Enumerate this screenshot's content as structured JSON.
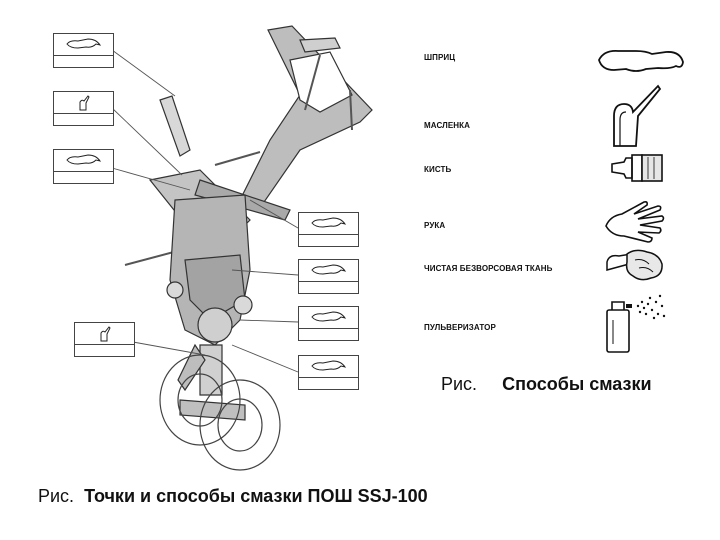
{
  "legend": {
    "items": [
      {
        "label": "ШПРИЦ",
        "icon": "syringe-icon"
      },
      {
        "label": "МАСЛЕНКА",
        "icon": "oil-can-icon"
      },
      {
        "label": "КИСТЬ",
        "icon": "brush-icon"
      },
      {
        "label": "РУКА",
        "icon": "hand-icon"
      },
      {
        "label": "ЧИСТАЯ БЕЗВОРСОВАЯ ТКАНЬ",
        "icon": "lint-free-cloth-icon"
      },
      {
        "label": "ПУЛЬВЕРИЗАТОР",
        "icon": "spray-bottle-icon"
      }
    ]
  },
  "callouts": [
    {
      "method": "syringe-icon"
    },
    {
      "method": "oil-can-icon"
    },
    {
      "method": "syringe-icon"
    },
    {
      "method": "syringe-icon"
    },
    {
      "method": "syringe-icon"
    },
    {
      "method": "syringe-icon"
    },
    {
      "method": "syringe-icon"
    },
    {
      "method": "oil-can-icon"
    }
  ],
  "captions": {
    "legend_prefix": "Рис.",
    "legend_title": "Способы смазки",
    "main_prefix": "Рис.",
    "main_title": "Точки и способы смазки ПОШ SSJ-100"
  }
}
